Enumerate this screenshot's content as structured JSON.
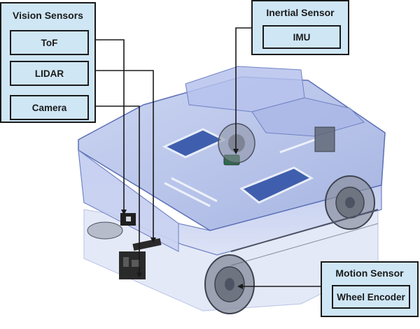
{
  "groups": {
    "vision": {
      "title": "Vision Sensors",
      "items": [
        "ToF",
        "LIDAR",
        "Camera"
      ]
    },
    "inertial": {
      "title": "Inertial Sensor",
      "items": [
        "IMU"
      ]
    },
    "motion": {
      "title": "Motion Sensor",
      "items": [
        "Wheel Encoder"
      ]
    }
  },
  "colors": {
    "label_fill": "#cfe6f5",
    "label_border": "#1a1a1a",
    "robot_body": "#a9b9e6",
    "robot_edge": "#5b6fb5",
    "solar_panel": "#3f5fae",
    "wheel": "#6f7580",
    "connector": "#1a1a1a"
  },
  "icons": [
    "robot-chassis-illustration",
    "wheel-icon",
    "solar-panel-icon",
    "imu-chip-icon",
    "tof-sensor-icon"
  ]
}
